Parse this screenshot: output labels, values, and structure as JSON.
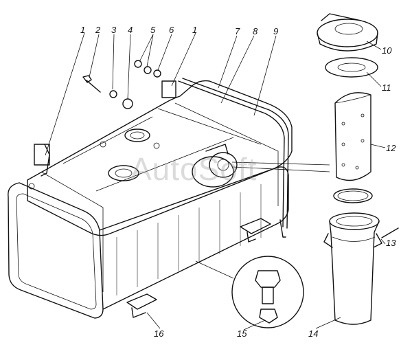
{
  "callouts": [
    "1",
    "2",
    "3",
    "4",
    "5",
    "6",
    "1",
    "7",
    "8",
    "9",
    "10",
    "11",
    "12",
    "13",
    "14",
    "15",
    "16"
  ],
  "watermark": "AutoSoft",
  "colors": {
    "ink": "#111111",
    "paper": "#ffffff",
    "watermark": "#9a9a9a"
  }
}
